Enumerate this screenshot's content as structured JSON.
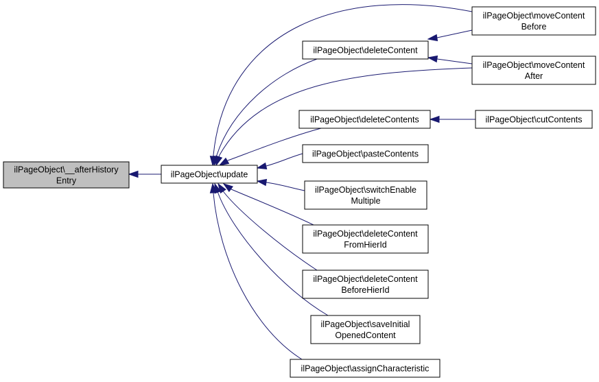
{
  "diagram": {
    "type": "call-graph",
    "colors": {
      "edge": "#191970",
      "node_border": "#000000",
      "node_fill": "#ffffff",
      "current_node_fill": "#bfbfbf"
    },
    "nodes": [
      {
        "id": "afterHistoryEntry",
        "lines": [
          "ilPageObject\\__afterHistory",
          "Entry"
        ],
        "current": true
      },
      {
        "id": "update",
        "lines": [
          "ilPageObject\\update"
        ]
      },
      {
        "id": "deleteContent",
        "lines": [
          "ilPageObject\\deleteContent"
        ]
      },
      {
        "id": "deleteContents",
        "lines": [
          "ilPageObject\\deleteContents"
        ]
      },
      {
        "id": "pasteContents",
        "lines": [
          "ilPageObject\\pasteContents"
        ]
      },
      {
        "id": "switchEnableMultiple",
        "lines": [
          "ilPageObject\\switchEnable",
          "Multiple"
        ]
      },
      {
        "id": "deleteContentFromHierId",
        "lines": [
          "ilPageObject\\deleteContent",
          "FromHierId"
        ]
      },
      {
        "id": "deleteContentBeforeHierId",
        "lines": [
          "ilPageObject\\deleteContent",
          "BeforeHierId"
        ]
      },
      {
        "id": "saveInitialOpenedContent",
        "lines": [
          "ilPageObject\\saveInitial",
          "OpenedContent"
        ]
      },
      {
        "id": "assignCharacteristic",
        "lines": [
          "ilPageObject\\assignCharacteristic"
        ]
      },
      {
        "id": "moveContentBefore",
        "lines": [
          "ilPageObject\\moveContent",
          "Before"
        ]
      },
      {
        "id": "moveContentAfter",
        "lines": [
          "ilPageObject\\moveContent",
          "After"
        ]
      },
      {
        "id": "cutContents",
        "lines": [
          "ilPageObject\\cutContents"
        ]
      }
    ],
    "edges": [
      {
        "from": "update",
        "to": "afterHistoryEntry"
      },
      {
        "from": "deleteContent",
        "to": "update"
      },
      {
        "from": "moveContentBefore",
        "to": "update"
      },
      {
        "from": "moveContentAfter",
        "to": "update"
      },
      {
        "from": "deleteContents",
        "to": "update"
      },
      {
        "from": "pasteContents",
        "to": "update"
      },
      {
        "from": "switchEnableMultiple",
        "to": "update"
      },
      {
        "from": "deleteContentFromHierId",
        "to": "update"
      },
      {
        "from": "deleteContentBeforeHierId",
        "to": "update"
      },
      {
        "from": "saveInitialOpenedContent",
        "to": "update"
      },
      {
        "from": "assignCharacteristic",
        "to": "update"
      },
      {
        "from": "moveContentBefore",
        "to": "deleteContent"
      },
      {
        "from": "moveContentAfter",
        "to": "deleteContent"
      },
      {
        "from": "cutContents",
        "to": "deleteContents"
      }
    ]
  }
}
